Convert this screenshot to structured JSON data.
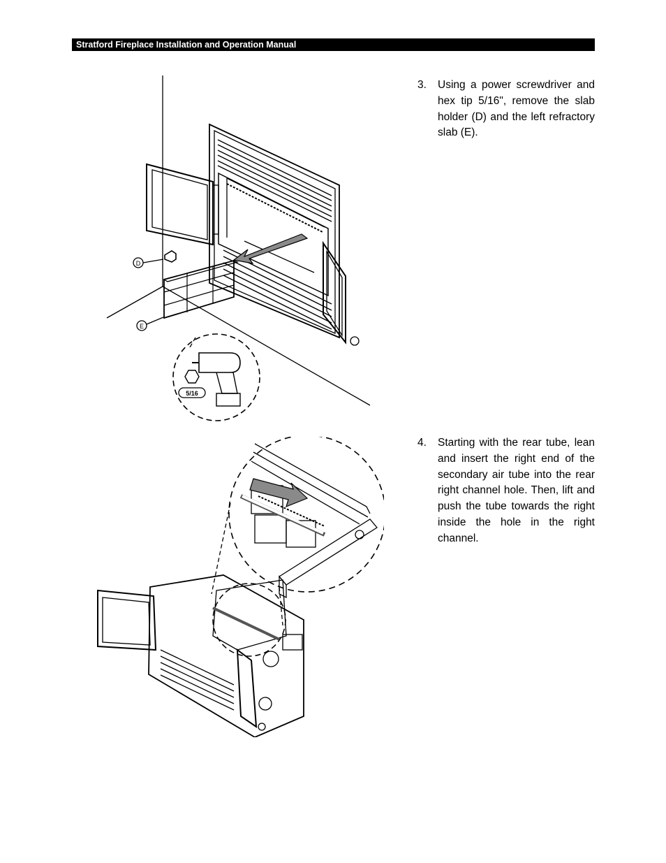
{
  "header": {
    "title": "Stratford Fireplace Installation and Operation Manual"
  },
  "steps": [
    {
      "number": "3.",
      "text": "Using a power screwdriver and hex tip 5/16\", remove the slab holder (D) and the left refractory slab (E)."
    },
    {
      "number": "4.",
      "text": "Starting with the rear tube, lean and insert the right end of the secondary air tube into the rear right channel hole.  Then, lift and push the tube towards the right inside the hole in the right channel."
    }
  ],
  "figure1": {
    "callout_d": "D",
    "callout_e": "E",
    "tool_size": "5/16"
  }
}
